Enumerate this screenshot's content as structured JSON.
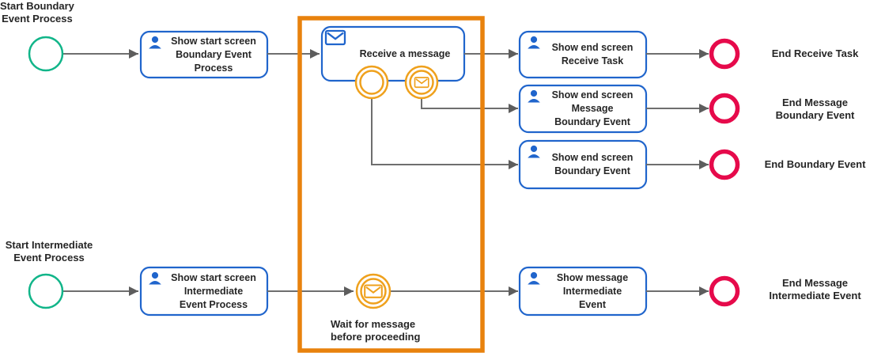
{
  "colors": {
    "task_border_blue": "#2065cc",
    "icon_blue": "#2065cc",
    "start_event_green": "#11b589",
    "end_event_red": "#e60a4b",
    "event_orange": "#efa11d",
    "highlight_orange": "#e8820d",
    "connector_gray": "#6e6e6e",
    "text": "#262626"
  },
  "icons": {
    "task_type": "user-icon",
    "message": "envelope-icon"
  },
  "boundary_process": {
    "start_label": "Start Boundary\nEvent Process",
    "start_task_label": "Show start screen\nBoundary Event\nProcess",
    "receive_task_label": "Receive a message",
    "receive_path": {
      "task_label": "Show end screen\nReceive Task",
      "end_label": "End Receive Task"
    },
    "message_boundary_path": {
      "task_label": "Show end screen\nMessage\nBoundary Event",
      "end_label": "End Message\nBoundary Event"
    },
    "boundary_path": {
      "task_label": "Show end screen\nBoundary Event",
      "end_label": "End Boundary Event"
    }
  },
  "intermediate_process": {
    "start_label": "Start Intermediate\nEvent Process",
    "start_task_label": "Show start screen\nIntermediate\nEvent Process",
    "wait_annotation": "Wait for message\nbefore proceeding",
    "message_task_label": "Show message\nIntermediate\nEvent",
    "end_label": "End Message\nIntermediate Event"
  }
}
